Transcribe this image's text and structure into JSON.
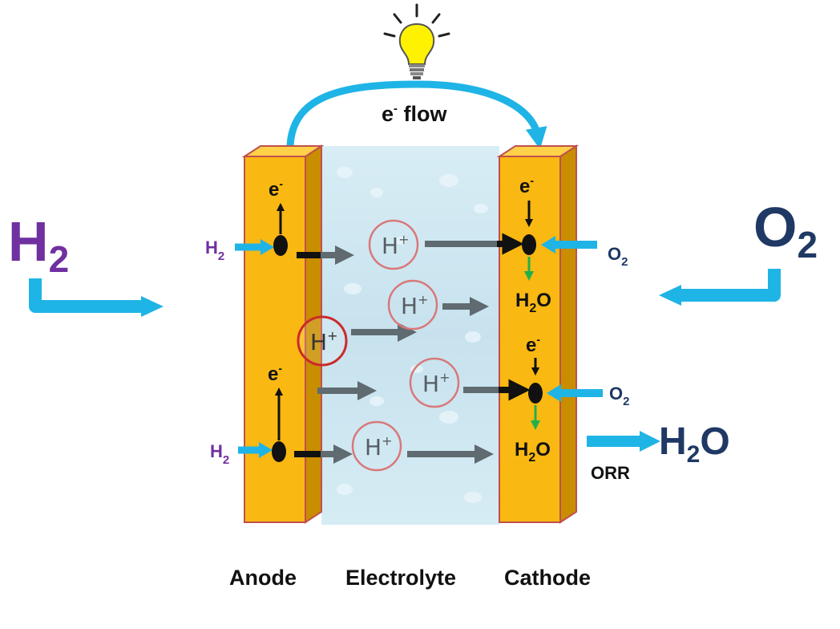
{
  "left_gas": {
    "symbol": "H",
    "subscript": "2"
  },
  "right_gas": {
    "symbol": "O",
    "subscript": "2"
  },
  "electron_flow_label": {
    "base": "e",
    "sup": "-",
    "rest": " flow"
  },
  "electron": {
    "base": "e",
    "sup": "-"
  },
  "proton": {
    "base": "H",
    "sup": "+"
  },
  "anode_inputs": {
    "symbol": "H",
    "subscript": "2"
  },
  "cathode_inputs": {
    "symbol": "O",
    "subscript": "2"
  },
  "water": {
    "pre": "H",
    "subscript": "2",
    "post": "O"
  },
  "product_water": {
    "pre": "H",
    "subscript": "2",
    "post": "O"
  },
  "reaction_label": "ORR",
  "bottom_labels": {
    "anode": "Anode",
    "electrolyte": "Electrolyte",
    "cathode": "Cathode"
  },
  "colors": {
    "electrode": "#f9b812",
    "electrode_side": "#c98d00",
    "electrode_border": "#c0504d",
    "electrolyte": "#cfe7f1",
    "arrow_blue": "#1fb4e6",
    "hydrogen_text": "#7030a0",
    "oxygen_text": "#1f3864",
    "proton_circle": "#d9787a",
    "flow_arrow": "#5f6b70",
    "green_arrow": "#22b04b"
  },
  "icons": [
    "light-bulb-icon"
  ]
}
